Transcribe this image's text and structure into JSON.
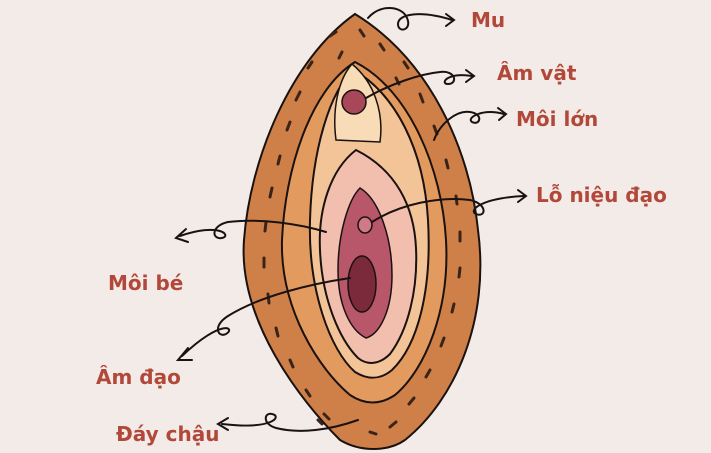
{
  "labels": {
    "mu": "Mu",
    "am_vat": "Âm vật",
    "moi_lon": "Môi lớn",
    "lo_nieu_dao": "Lỗ niệu đạo",
    "moi_be": "Môi bé",
    "am_dao": "Âm đạo",
    "day_chau": "Đáy chậu"
  },
  "colors": {
    "background": "#f3ebe7",
    "label_text": "#b2483a",
    "outer_mons": "#cf8048",
    "outer_labia": "#e39a5e",
    "inner_peach": "#f3c497",
    "clitoral_hood": "#f8dcb8",
    "inner_labia": "#f2bfae",
    "vestibule": "#b8566a",
    "outline": "#1a1210"
  }
}
